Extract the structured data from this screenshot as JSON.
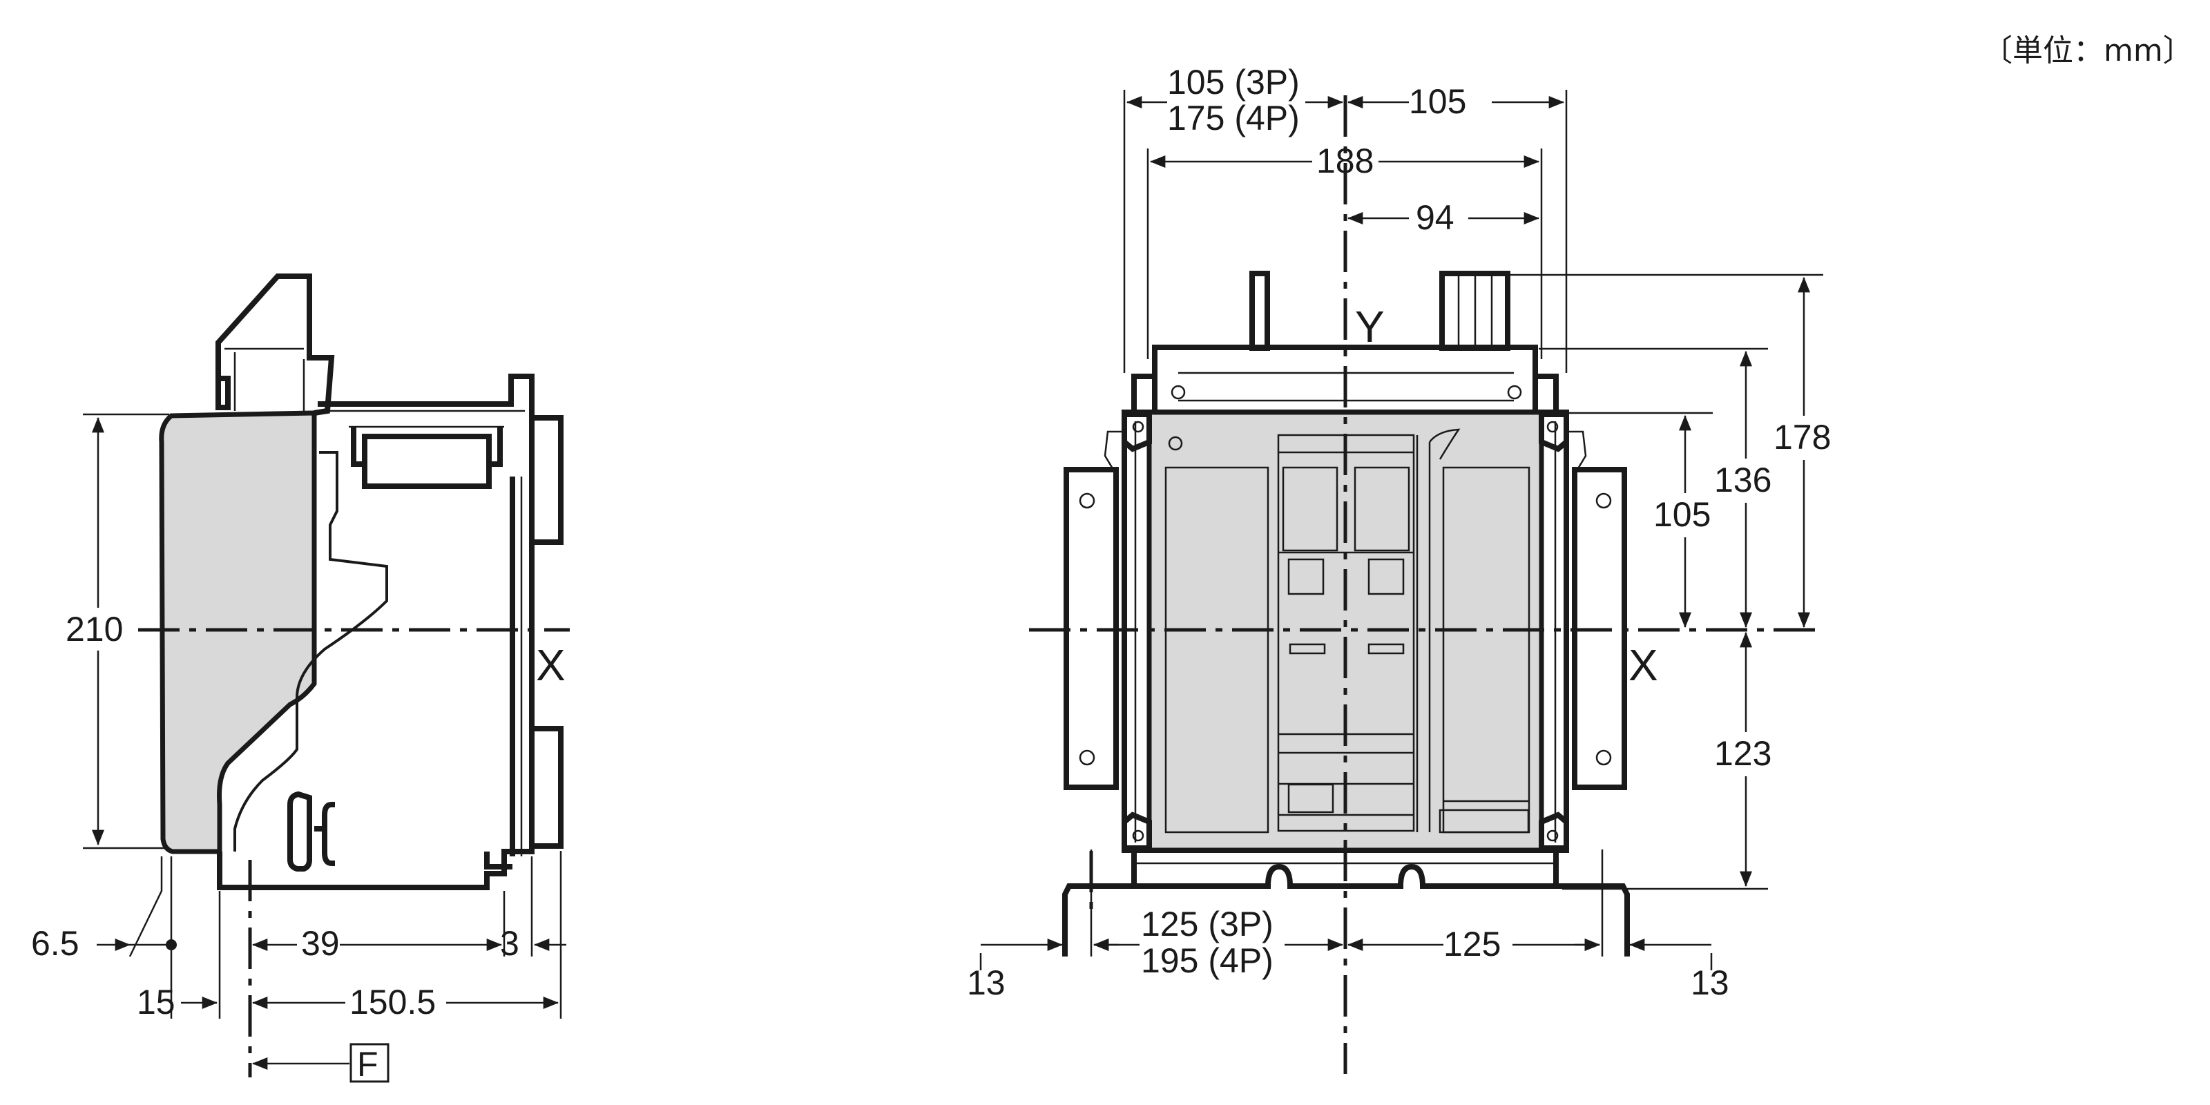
{
  "unit_label": "〔単位：mm〕",
  "side_view": {
    "height": "210",
    "offset_left": "6.5",
    "depth_39": "39",
    "depth_3": "3",
    "offset_15": "15",
    "depth_total": "150.5",
    "front_ref": "F",
    "axis_x": "X"
  },
  "front_view": {
    "w_top_left_3p": "105 (3P)",
    "w_top_left_4p": "175 (4P)",
    "w_top_right": "105",
    "w_188": "188",
    "w_94": "94",
    "axis_y": "Y",
    "axis_x": "X",
    "h_178": "178",
    "h_136": "136",
    "h_105": "105",
    "h_123": "123",
    "w_bottom_left_3p": "125 (3P)",
    "w_bottom_left_4p": "195 (4P)",
    "w_bottom_right": "125",
    "foot_left": "13",
    "foot_right": "13"
  }
}
